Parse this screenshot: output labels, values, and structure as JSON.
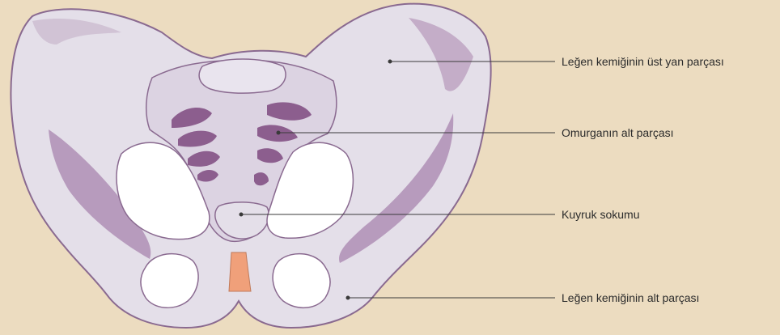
{
  "labels": {
    "upper_side": "Leğen kemiğinin üst yan parçası",
    "lower_spine": "Omurganın alt parçası",
    "tailbone": "Kuyruk sokumu",
    "lower_part": "Leğen kemiğinin alt parçası"
  },
  "colors": {
    "background": "#ecdcc0",
    "bone": "#e4dfe9",
    "bone_outline": "#8a6a90",
    "shadow": "#b79bbd",
    "dark": "#8c5e8e",
    "cartilage": "#f0a07a",
    "leader_line": "#3a3a3a"
  }
}
